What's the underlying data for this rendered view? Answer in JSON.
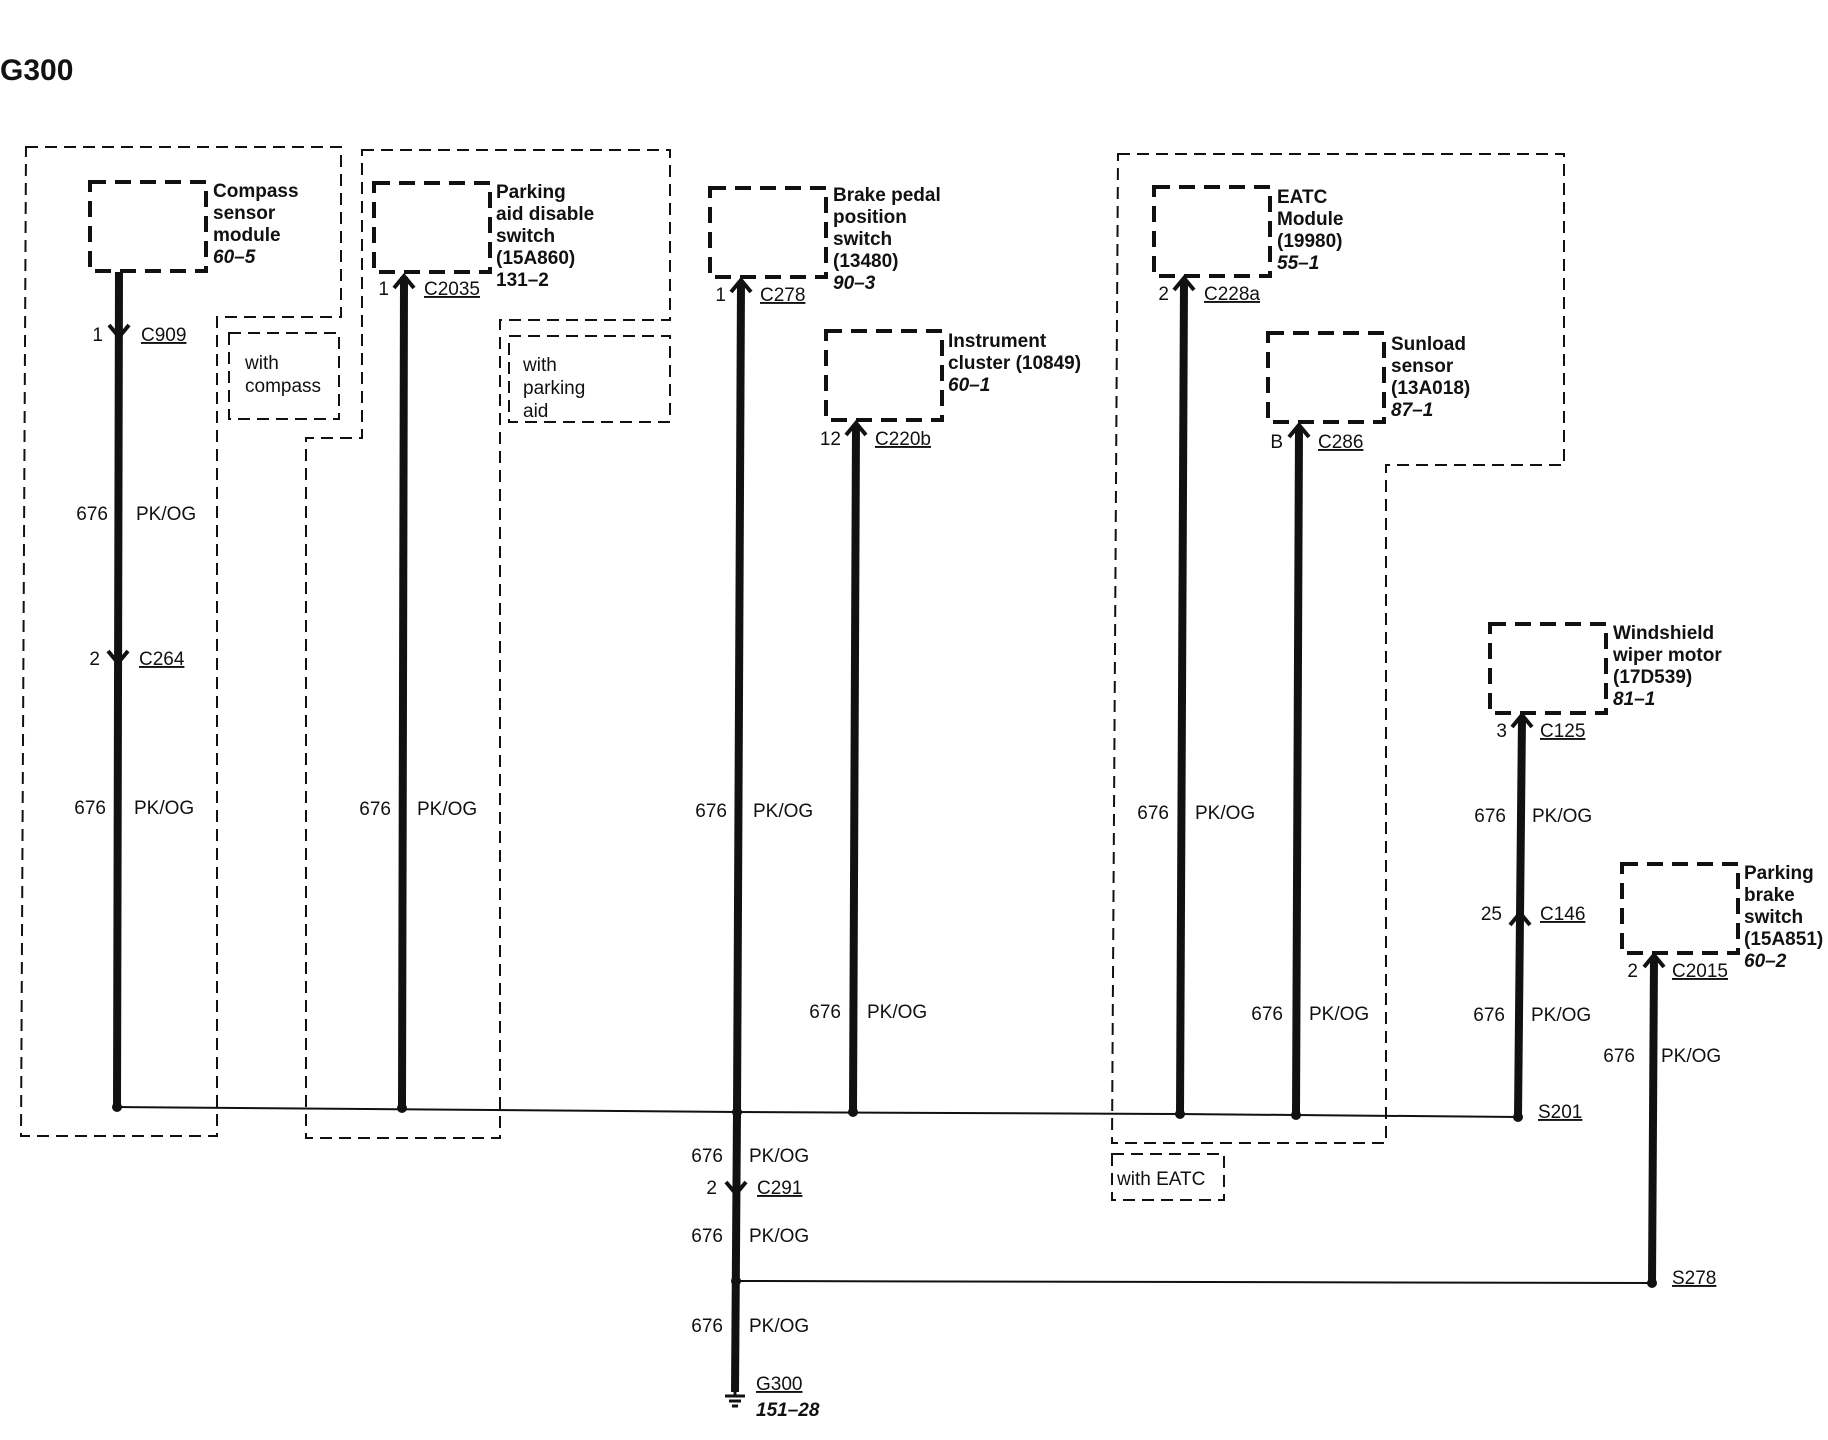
{
  "title": "G300",
  "wire_number": "676",
  "wire_color": "PK/OG",
  "components": [
    {
      "id": "compass",
      "lines": [
        "Compass",
        "sensor",
        "module"
      ],
      "ref": "60–5",
      "ref_style": "bi"
    },
    {
      "id": "parking-aid",
      "lines": [
        "Parking",
        "aid disable",
        "switch",
        "(15A860)"
      ],
      "ref": "131–2",
      "ref_style": "b"
    },
    {
      "id": "brake-pedal",
      "lines": [
        "Brake pedal",
        "position",
        "switch",
        "(13480)"
      ],
      "ref": "90–3",
      "ref_style": "bi"
    },
    {
      "id": "instrument-cluster",
      "lines": [
        "Instrument",
        "cluster (10849)"
      ],
      "ref": "60–1",
      "ref_style": "bi"
    },
    {
      "id": "eatc",
      "lines": [
        "EATC",
        "Module",
        "(19980)"
      ],
      "ref": "55–1",
      "ref_style": "bi"
    },
    {
      "id": "sunload",
      "lines": [
        "Sunload",
        "sensor",
        "(13A018)"
      ],
      "ref": "87–1",
      "ref_style": "bi"
    },
    {
      "id": "wiper",
      "lines": [
        "Windshield",
        "wiper motor",
        "(17D539)"
      ],
      "ref": "81–1",
      "ref_style": "bi"
    },
    {
      "id": "parking-brake",
      "lines": [
        "Parking",
        "brake",
        "switch",
        "(15A851)"
      ],
      "ref": "60–2",
      "ref_style": "bi"
    }
  ],
  "options": [
    {
      "id": "compass",
      "lines": [
        "with",
        "compass"
      ]
    },
    {
      "id": "parking-aid",
      "lines": [
        "with",
        "parking",
        "aid"
      ]
    },
    {
      "id": "eatc",
      "lines": [
        "with EATC"
      ]
    }
  ],
  "connectors": [
    {
      "id": "c909",
      "pin": "1",
      "name": "C909"
    },
    {
      "id": "c264",
      "pin": "2",
      "name": "C264"
    },
    {
      "id": "c2035",
      "pin": "1",
      "name": "C2035"
    },
    {
      "id": "c278",
      "pin": "1",
      "name": "C278"
    },
    {
      "id": "c220b",
      "pin": "12",
      "name": "C220b"
    },
    {
      "id": "c228a",
      "pin": "2",
      "name": "C228a"
    },
    {
      "id": "c286",
      "pin": "B",
      "name": "C286"
    },
    {
      "id": "c125",
      "pin": "3",
      "name": "C125"
    },
    {
      "id": "c146",
      "pin": "25",
      "name": "C146"
    },
    {
      "id": "c2015",
      "pin": "2",
      "name": "C2015"
    },
    {
      "id": "c291",
      "pin": "2",
      "name": "C291"
    }
  ],
  "splices": [
    {
      "id": "s201",
      "name": "S201"
    },
    {
      "id": "s278",
      "name": "S278"
    }
  ],
  "ground": {
    "name": "G300",
    "ref": "151–28"
  }
}
